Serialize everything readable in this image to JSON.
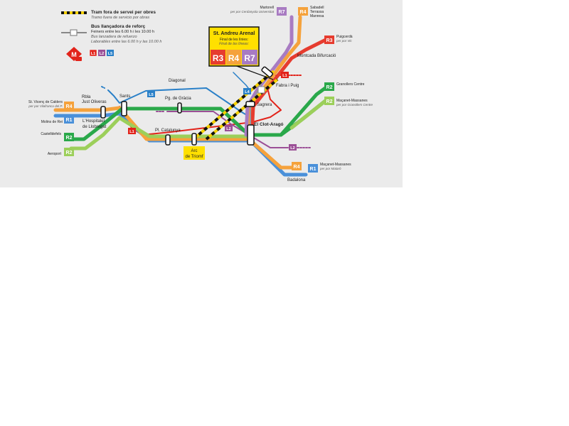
{
  "legend": {
    "works_line1": "Tram fora de servei per obres",
    "works_line2": "Tramo fuera de servicio por obras",
    "bus_line1": "Bus llançadora de reforç",
    "bus_line2": "Feiners entre les 6.00 h i les 10.00 h",
    "bus_line3": "Bus lanzadera de refuerzo",
    "bus_line4": "Laborables entre las 6.00 h y las 10.00 h",
    "metro_logo": "M",
    "metro_lines": [
      "L1",
      "L2",
      "L5"
    ]
  },
  "callout": {
    "title": "St. Andreu Arenal",
    "sub1": "Final de les línies:",
    "sub2": "Final de las líneas:",
    "lines": [
      "R3",
      "R4",
      "R7"
    ]
  },
  "stations": {
    "sants": "Sants",
    "diagonal": "Diagonal",
    "pg_gracia": "Pg. de Gràcia",
    "pl_catalunya": "Pl. Catalunya",
    "arc_triomf_1": "Arc",
    "arc_triomf_2": "de Triomf",
    "sagrera": "Sagrera",
    "clot_arago": "El Clot-Aragó",
    "fabra_puig": "Fabra i Puig",
    "montcada": "Montcada Bifurcació",
    "badalona": "Badalona",
    "rbla_just_1": "Rbla",
    "rbla_just_2": "Just Oliveras",
    "hospitalet_1": "L'Hospitalet",
    "hospitalet_2": "de Llobregat"
  },
  "destinations": {
    "st_vicenc_1": "St. Vicenç de Calders",
    "st_vicenc_2": "per por Vilafranca del P.",
    "molins": "Molins de Rei",
    "castelldefels": "Castelldefels",
    "aeroport": "Aeroport",
    "martorell_1": "Martorell",
    "martorell_2": "per por Cerdanyola Universitat",
    "sabadell_1": "Sabadell",
    "sabadell_2": "Terrassa",
    "sabadell_3": "Manresa",
    "puigcerda_1": "Puigcerdà",
    "puigcerda_2": "per por Vic",
    "granollers": "Granollers Centre",
    "macanet_a1": "Maçanet-Massanes",
    "macanet_a2": "per por Granollers Centre",
    "macanet_b1": "Maçanet-Massanes",
    "macanet_b2": "per por Mataró"
  },
  "line_badges": {
    "l1": "L1",
    "l2": "L2",
    "l4": "L4",
    "l5": "L5",
    "r1": "R1",
    "r2": "R2",
    "r2s": "R2",
    "r3": "R3",
    "r4": "R4",
    "r7": "R7"
  },
  "colors": {
    "R1": "#4a90d9",
    "R2": "#2aa84a",
    "R2_south": "#9ccf5a",
    "R3": "#e63c2f",
    "R4": "#f5a23c",
    "R7": "#a87bc2",
    "L1": "#e2231a",
    "L2": "#9b4f96",
    "L4": "#f5c400",
    "L5": "#2a80c8",
    "callout": "#ffe000",
    "metro": "#e2231a"
  }
}
